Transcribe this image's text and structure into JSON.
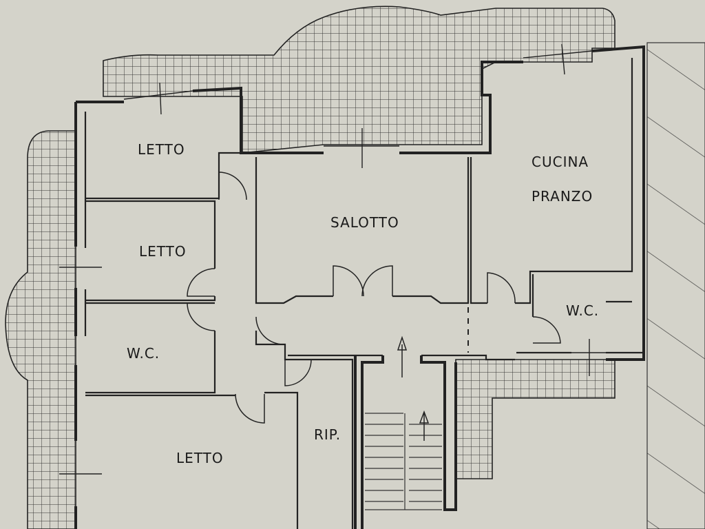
{
  "rooms": {
    "letto_top": "LETTO",
    "letto_mid": "LETTO",
    "wc_left": "W.C.",
    "letto_bottom": "LETTO",
    "salotto": "SALOTTO",
    "cucina_line1": "CUCINA",
    "cucina_line2": "PRANZO",
    "wc_right": "W.C.",
    "ripostiglio": "RIP."
  },
  "icons": {
    "stair_arrow": "up-arrow-icon",
    "entry_arrow": "up-arrow-icon"
  },
  "colors": {
    "paper": "#d4d3ca",
    "ink": "#222222"
  }
}
